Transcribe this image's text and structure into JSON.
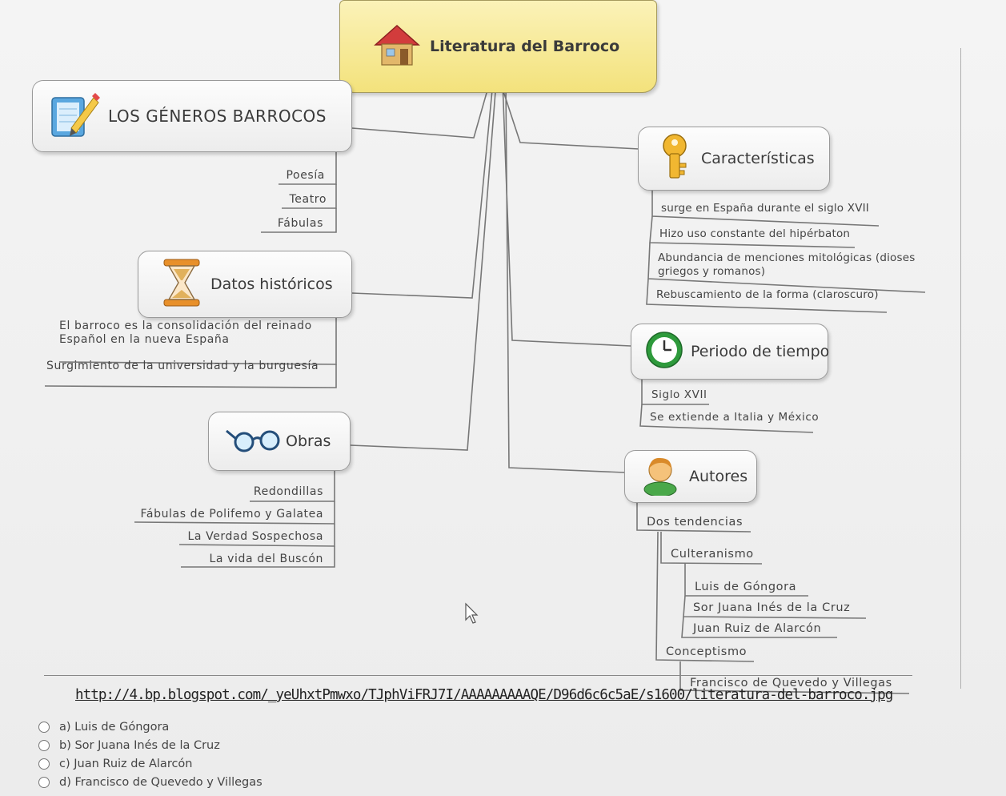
{
  "central": {
    "title": "Literatura del Barroco",
    "icon": "house-icon"
  },
  "left_branches": {
    "generos": {
      "title": "LOS GÉNEROS BARROCOS",
      "icon": "pencil-notebook-icon",
      "items": [
        "Poesía",
        "Teatro",
        "Fábulas"
      ]
    },
    "datos": {
      "title": "Datos históricos",
      "icon": "hourglass-icon",
      "items": [
        "El barroco es la consolidación del reinado Español en la nueva España",
        "Surgimiento de la universidad y la burguesía"
      ]
    },
    "obras": {
      "title": "Obras",
      "icon": "glasses-icon",
      "items": [
        "Redondillas",
        "Fábulas de Polifemo y Galatea",
        "La Verdad Sospechosa",
        "La vida del Buscón"
      ]
    }
  },
  "right_branches": {
    "caracteristicas": {
      "title": "Características",
      "icon": "key-icon",
      "items": [
        "surge en España durante el siglo XVII",
        "Hizo uso constante del hipérbaton",
        "Abundancia de menciones mitológicas (dioses griegos y romanos)",
        "Rebuscamiento de la forma (claroscuro)"
      ]
    },
    "periodo": {
      "title": "Periodo de tiempo",
      "icon": "clock-icon",
      "items": [
        "Siglo XVII",
        "Se extiende a Italia y México"
      ]
    },
    "autores": {
      "title": "Autores",
      "icon": "user-icon",
      "tendencias": "Dos tendencias",
      "culteranismo": "Culteranismo",
      "culteranismo_items": [
        "Luis de Góngora",
        "Sor Juana Inés de la Cruz",
        "Juan Ruiz de Alarcón"
      ],
      "conceptismo": "Conceptismo",
      "conceptismo_items": [
        "Francisco de Quevedo y Villegas"
      ]
    }
  },
  "image_url": "http://4.bp.blogspot.com/_yeUhxtPmwxo/TJphViFRJ7I/AAAAAAAAAQE/D96d6c6c5aE/s1600/literatura-del-barroco.jpg",
  "options": [
    "a) Luis de Góngora",
    "b) Sor Juana Inés de la Cruz",
    "c) Juan Ruiz de Alarcón",
    "d) Francisco de Quevedo y Villegas"
  ]
}
